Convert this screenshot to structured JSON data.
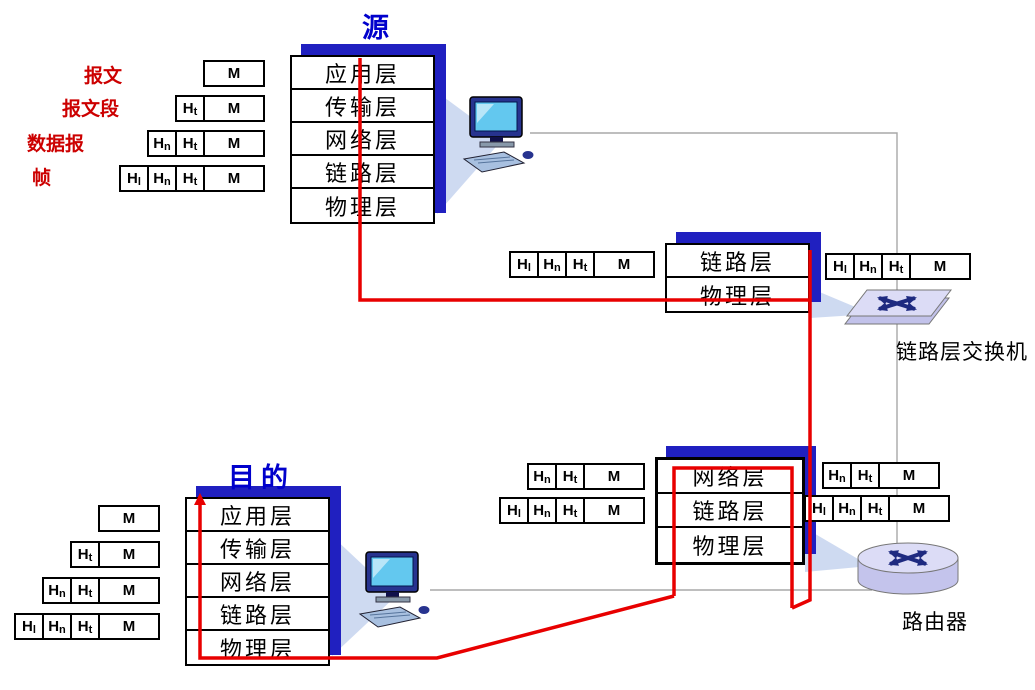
{
  "diagram": {
    "source_title": "源",
    "destination_title": "目的",
    "switch_label": "链路层交换机",
    "router_label": "路由器",
    "pdu_labels": [
      "报文",
      "报文段",
      "数据报",
      "帧"
    ]
  },
  "stacks": {
    "source": [
      "应用层",
      "传输层",
      "网络层",
      "链路层",
      "物理层"
    ],
    "destination": [
      "应用层",
      "传输层",
      "网络层",
      "链路层",
      "物理层"
    ],
    "switch": [
      "链路层",
      "物理层"
    ],
    "router": [
      "网络层",
      "链路层",
      "物理层"
    ]
  },
  "pdu_cells": {
    "m": "M",
    "ht": {
      "base": "H",
      "sub": "t"
    },
    "hn": {
      "base": "H",
      "sub": "n"
    },
    "hl": {
      "base": "H",
      "sub": "l"
    }
  },
  "icons": {
    "source_computer": "desktop-computer",
    "destination_computer": "desktop-computer",
    "switch": "link-layer-switch",
    "router": "router"
  },
  "colors": {
    "title_blue": "#0000cc",
    "label_red": "#cc0000",
    "path_red": "#e80000",
    "shadow_blue": "#2020c0",
    "beam_blue": "#9db6e4",
    "device_fill": "#dcdcf6"
  }
}
